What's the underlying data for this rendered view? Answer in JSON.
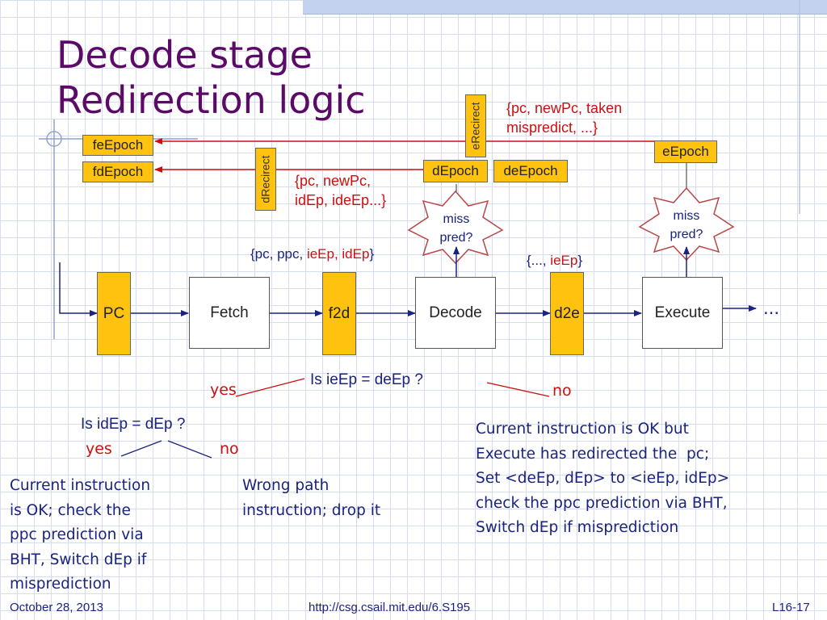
{
  "title": {
    "line1": "Decode stage",
    "line2": "Redirection logic"
  },
  "pipeline": {
    "pc": "PC",
    "fetch": "Fetch",
    "f2d": "f2d",
    "decode": "Decode",
    "d2e": "d2e",
    "execute": "Execute",
    "more": "..."
  },
  "epochs": {
    "feEpoch": "feEpoch",
    "fdEpoch": "fdEpoch",
    "dEpoch": "dEpoch",
    "deEpoch": "deEpoch",
    "eEpoch": "eEpoch",
    "eRecirect": "eRecirect",
    "dRecirect": "dRecirect"
  },
  "labels": {
    "eRedirect_1": "{pc, newPc, taken",
    "eRedirect_2": "mispredict, ...}",
    "dRedirect_1": "{pc, newPc,",
    "dRedirect_2": "idEp, ideEp...}",
    "miss_decode_1": "miss",
    "miss_decode_2": "pred?",
    "miss_exec_1": "miss",
    "miss_exec_2": "pred?",
    "f2d_content_prefix": "{pc, ppc, ",
    "f2d_content_red": "ieEp, idEp",
    "f2d_content_suffix": "}",
    "d2e_content_prefix": "{..., ",
    "d2e_content_red": "ieEp",
    "d2e_content_suffix": "}"
  },
  "decision": {
    "question1": "Is ieEp = deEp ?",
    "yes1": "yes",
    "no1": "no",
    "question2": "Is idEp = dEp ?",
    "yes2": "yes",
    "no2": "no",
    "note_yes": "Current instruction\nis OK; check the\nppc prediction via\nBHT, Switch dEp if\nmisprediction",
    "note_no_inner": "Wrong path\ninstruction; drop it",
    "note_no_outer": "Current instruction is OK but\nExecute has redirected the  pc;\nSet <deEp, dEp> to <ieEp, idEp>\ncheck the ppc prediction via BHT,\nSwitch dEp if misprediction"
  },
  "footer": {
    "date": "October 28, 2013",
    "url": "http://csg.csail.mit.edu/6.S195",
    "slide": "L16-17"
  },
  "colors": {
    "title": "#5b0a68",
    "register": "#ffc20e",
    "redirect_line": "#cc1010",
    "text_navy": "#1a237e",
    "text_red": "#cc1010",
    "grid": "#d5ddee"
  }
}
